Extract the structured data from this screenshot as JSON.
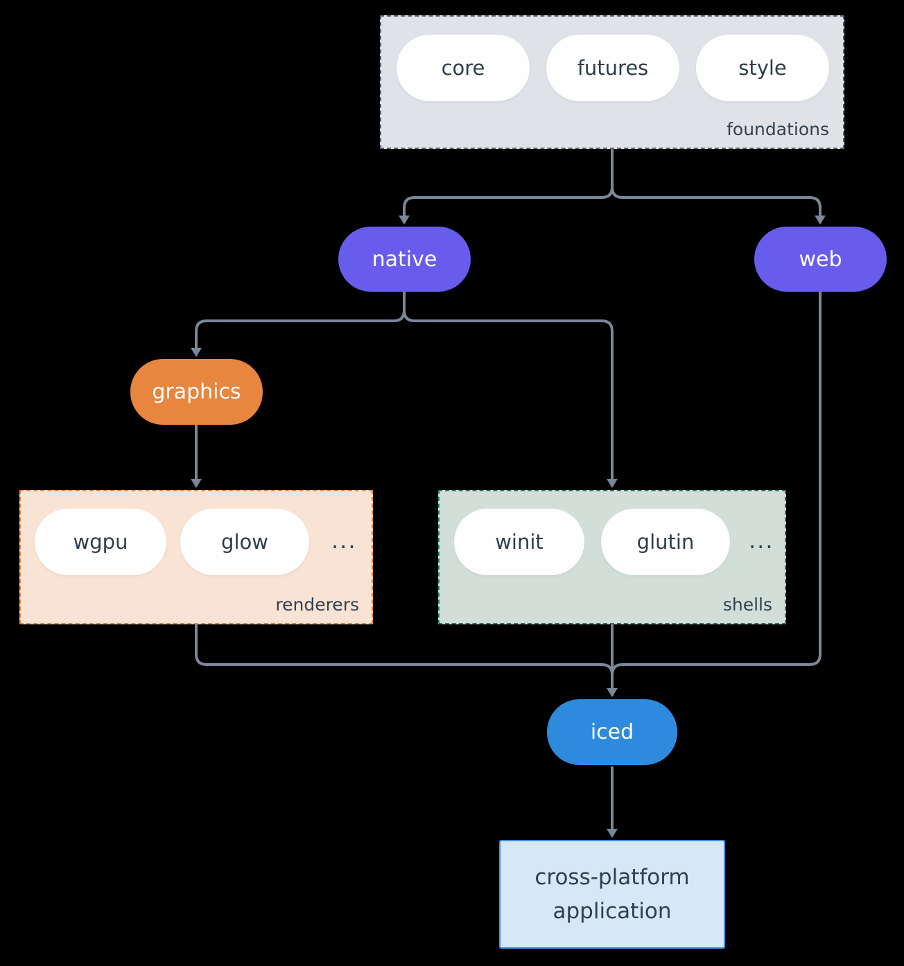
{
  "colors": {
    "background": "#000000",
    "edge": "#7A8798",
    "pill_text": "#2E3D4D",
    "label_text": "#33414F",
    "white_pill": "#FEFEFE"
  },
  "groups": {
    "foundations": {
      "label": "foundations",
      "items": [
        "core",
        "futures",
        "style"
      ],
      "fill": "#DFE3E7",
      "border": "#55626F"
    },
    "renderers": {
      "label": "renderers",
      "items": [
        "wgpu",
        "glow"
      ],
      "ellipsis": "...",
      "fill": "#F9E3D4",
      "border": "#E8813A"
    },
    "shells": {
      "label": "shells",
      "items": [
        "winit",
        "glutin"
      ],
      "ellipsis": "...",
      "fill": "#D2DFD8",
      "border": "#1E7A66"
    }
  },
  "nodes": {
    "native": {
      "label": "native",
      "fill": "#675CEC"
    },
    "web": {
      "label": "web",
      "fill": "#675CEC"
    },
    "graphics": {
      "label": "graphics",
      "fill": "#E8853E"
    },
    "iced": {
      "label": "iced",
      "fill": "#2E8ADC"
    }
  },
  "application": {
    "line1": "cross-platform",
    "line2": "application",
    "fill": "#D6E7F8",
    "border": "#3E8EE6"
  }
}
